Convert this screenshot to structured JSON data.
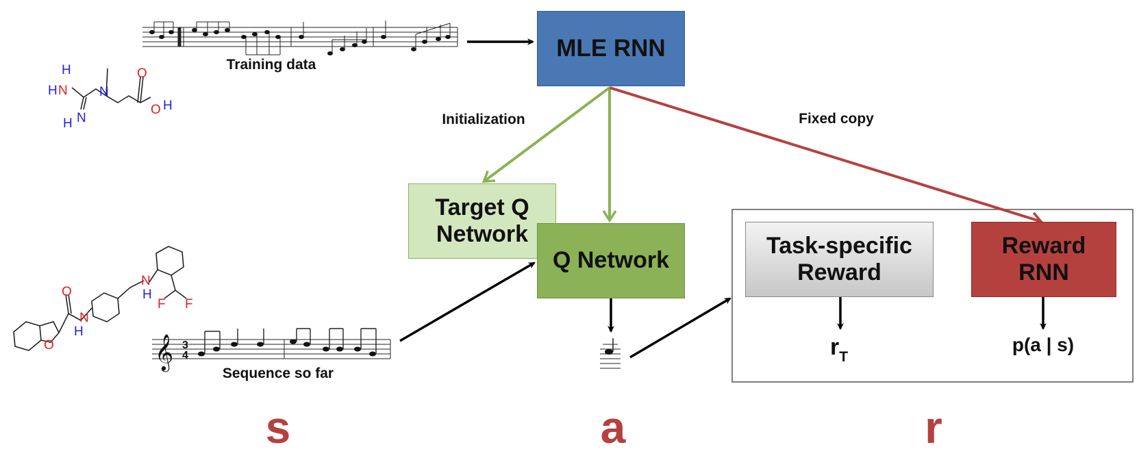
{
  "training_data_label": "Training data",
  "sequence_label": "Sequence so far",
  "boxes": {
    "mle_rnn": "MLE RNN",
    "target_q": "Target Q\nNetwork",
    "q_network": "Q Network",
    "task_reward": "Task-specific\nReward",
    "reward_rnn": "Reward\nRNN"
  },
  "edge_labels": {
    "initialization": "Initialization",
    "fixed_copy": "Fixed copy"
  },
  "outputs": {
    "r_main": "r",
    "r_sub": "T",
    "p_a_s": "p(a | s)"
  },
  "axis_letters": {
    "s": "s",
    "a": "a",
    "r": "r"
  },
  "molecule_atoms": {
    "top": [
      "H",
      "H",
      "N",
      "N",
      "N",
      "H",
      "O",
      "O",
      "H"
    ],
    "bottom": [
      "O",
      "N",
      "H",
      "O",
      "N",
      "H",
      "F",
      "F"
    ]
  },
  "colors": {
    "mle_fill": "#4a78b5",
    "target_fill": "#d3e7bf",
    "q_fill": "#8bb257",
    "task_fill_top": "#f2f2f2",
    "task_fill_bottom": "#c9c9c9",
    "reward_fill": "#b5413f",
    "green_arrow": "#8bb257",
    "red_arrow": "#b5413f",
    "letter_color": "#b5413f"
  }
}
